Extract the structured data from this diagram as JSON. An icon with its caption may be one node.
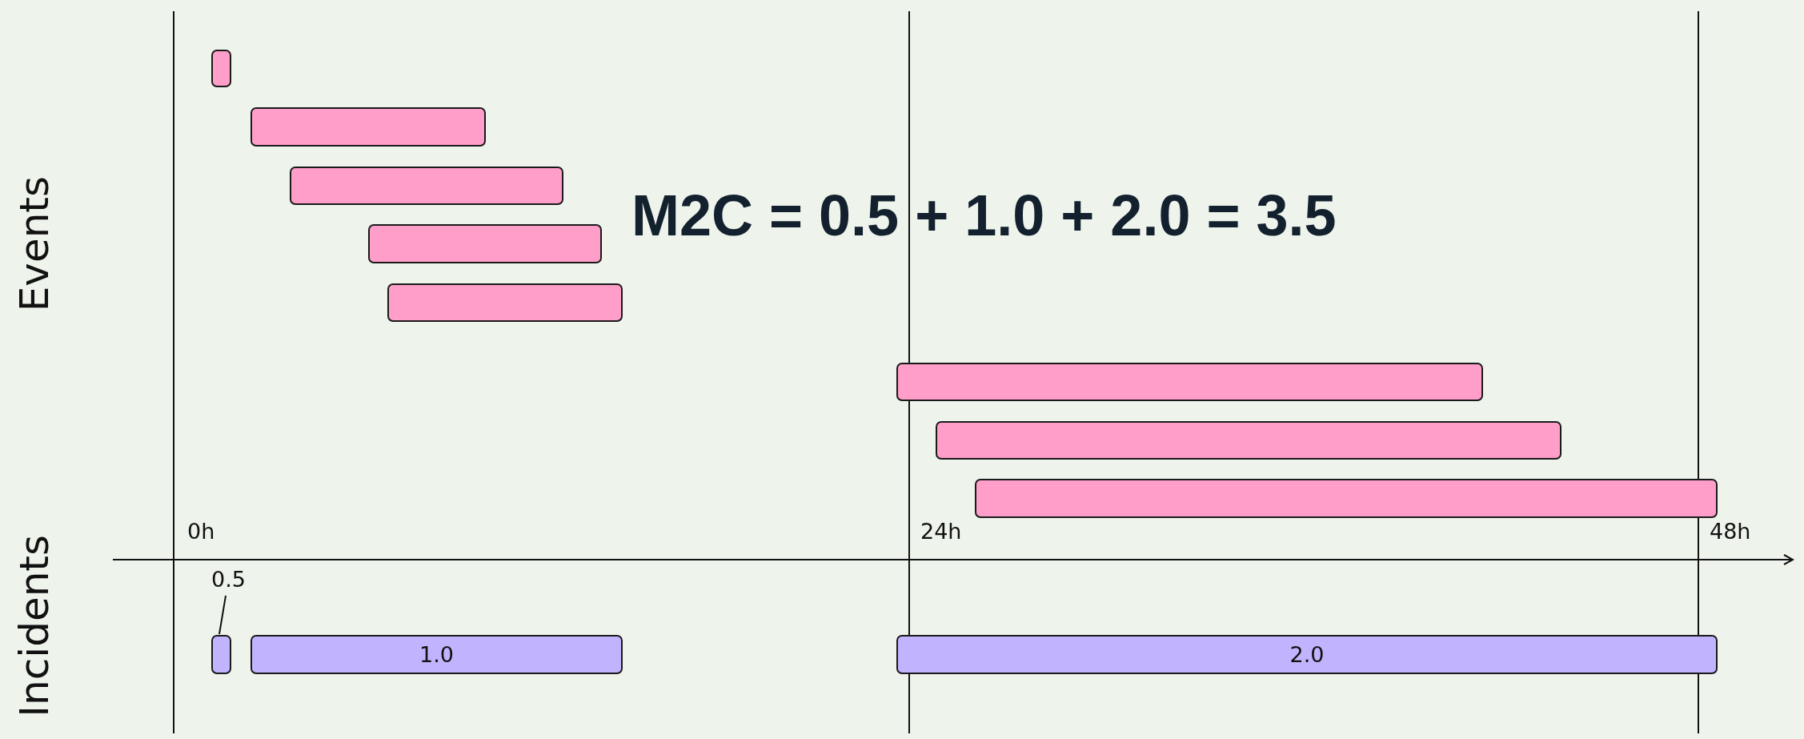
{
  "diagram": {
    "title": "M2C = 0.5 + 1.0 + 2.0 = 3.5",
    "nodes": [
      {
        "text": [],
        "shape": "bar"
      },
      {
        "text": [],
        "shape": "bar"
      },
      {
        "text": [],
        "shape": "bar"
      },
      {
        "text": [],
        "shape": "bar"
      },
      {
        "text": [],
        "shape": "bar"
      },
      {
        "text": [],
        "shape": "bar"
      },
      {
        "text": [],
        "shape": "bar"
      },
      {
        "text": [],
        "shape": "bar"
      },
      {
        "text": [
          "0.5"
        ]
      },
      {
        "text": [],
        "shape": "bar"
      },
      {
        "text": [
          "1.0"
        ]
      },
      {
        "text": [
          "2.0"
        ]
      }
    ],
    "edges": [
      {
        "from": 8,
        "to": 9,
        "arrow": "none"
      }
    ],
    "labels": [
      "Events",
      "0h",
      "24h",
      "48h",
      "Incidents"
    ]
  }
}
